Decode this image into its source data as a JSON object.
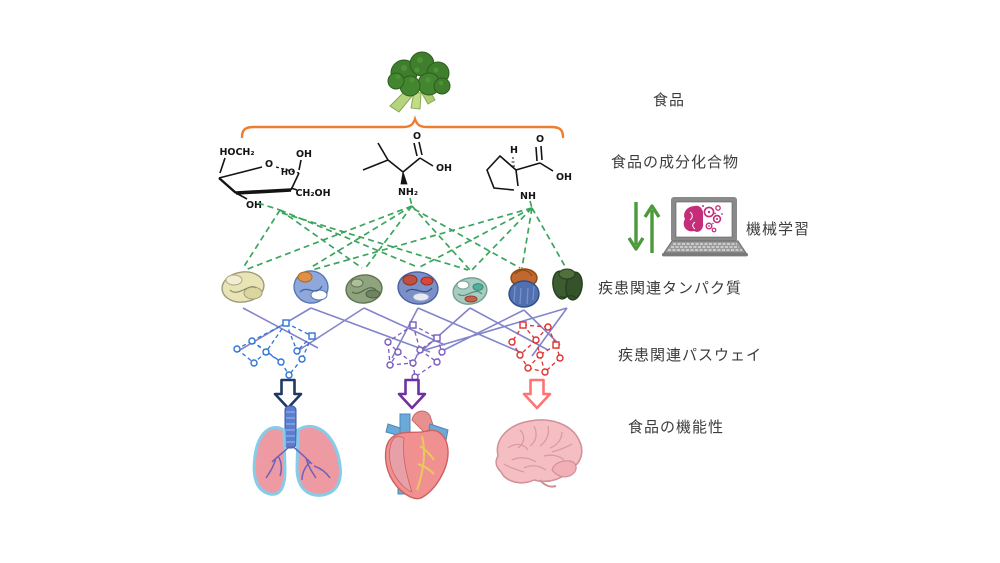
{
  "figure": {
    "labels": {
      "food": "食品",
      "compounds": "食品の成分化合物",
      "machine_learning": "機械学習",
      "proteins": "疾患関連タンパク質",
      "pathways": "疾患関連パスウェイ",
      "functionality": "食品の機能性"
    },
    "chemistry": {
      "sugar": {
        "hoch2": "HOCH₂",
        "ring_o": "O",
        "oh_top": "OH",
        "ho": "HO",
        "ch2oh": "CH₂OH",
        "oh_bottom": "OH"
      },
      "valine": {
        "o": "O",
        "oh": "OH",
        "nh2": "NH₂"
      },
      "proline": {
        "h": "H",
        "o": "O",
        "oh": "OH",
        "nh": "NH"
      }
    },
    "icons": {
      "top": "broccoli-icon",
      "ml": [
        "updown-arrows-icon",
        "laptop-brain-icon"
      ],
      "organs": [
        "lungs-icon",
        "heart-icon",
        "brain-icon"
      ]
    },
    "colors": {
      "bracket_orange": "#ED7D31",
      "link_green": "#3BA55D",
      "ml_arrow_green": "#4C9A3C",
      "pathway_blue": "#2E75D4",
      "pathway_purple": "#7A5BC0",
      "pathway_red": "#E03030",
      "protein_link_slate": "#8484CC",
      "arrow_navy": "#1F3864",
      "arrow_purple": "#7030A0",
      "arrow_red": "#FF7373",
      "ml_brain_pink": "#C42E78"
    }
  }
}
